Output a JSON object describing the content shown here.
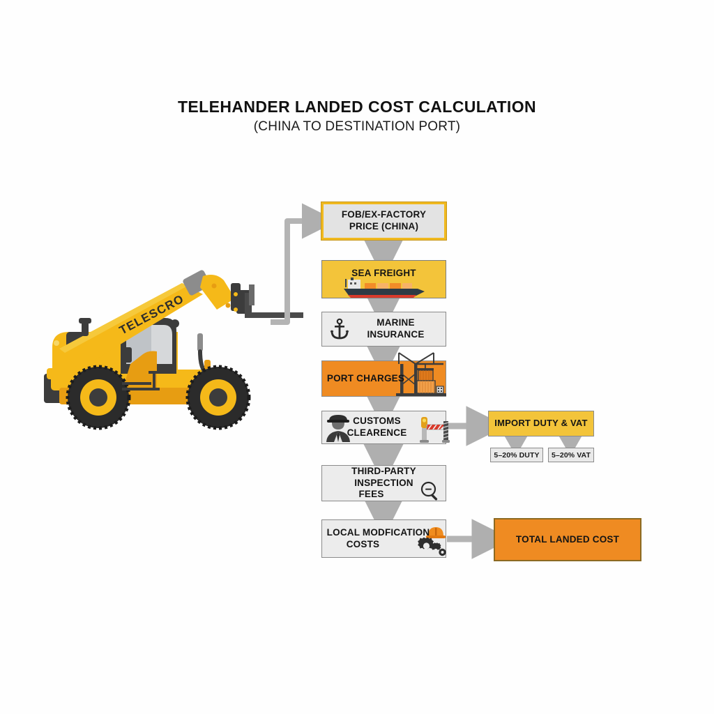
{
  "title": {
    "main": "TELEHANDER LANDED COST CALCULATION",
    "sub": "(CHINA TO DESTINATION PORT)"
  },
  "machine": {
    "name": "telehandler-illustration",
    "brand_text": "TELESCRO",
    "body_color": "#F5B919",
    "body_color_dark": "#E79D12",
    "detail_color": "#3C3C3C"
  },
  "flow": {
    "steps": [
      {
        "id": "fob",
        "label": "FOB/EX-FACTORY PRICE (CHINA)",
        "line1": "FOB/EX-FACTORY",
        "line2": "PRICE (CHINA)",
        "fill": "#E3E3E3",
        "border": "#F0B91F",
        "icon": "none"
      },
      {
        "id": "sea",
        "label": "SEA FREIGHT",
        "line1": "SEA FREIGHT",
        "line2": "",
        "fill": "#F3C43A",
        "border": "#7D7D7D",
        "icon": "cargo-ship-icon"
      },
      {
        "id": "marine",
        "label": "MARINE INSURANCE",
        "line1": "MARINE",
        "line2": "INSURANCE",
        "fill": "#ECECEC",
        "border": "#8A8A8A",
        "icon": "anchor-icon"
      },
      {
        "id": "port",
        "label": "PORT CHARGES",
        "line1": "PORT CHARGES",
        "line2": "",
        "fill": "#EF8B22",
        "border": "#8A8A8A",
        "icon": "gantry-crane-icon"
      },
      {
        "id": "customs",
        "label": "CUSTOMS CLEARENCE",
        "line1": "CUSTOMS",
        "line2": "CLEARENCE",
        "fill": "#ECECEC",
        "border": "#8A8A8A",
        "icon": "customs-officer-icon"
      },
      {
        "id": "inspection",
        "label": "THIRD-PARTY INSPECTION FEES",
        "line1": "THIRD-PARTY INSPECTION",
        "line2": "FEES",
        "fill": "#ECECEC",
        "border": "#8A8A8A",
        "icon": "magnifier-icon"
      },
      {
        "id": "local",
        "label": "LOCAL MODFICATION COSTS",
        "line1": "LOCAL MODFICATION",
        "line2": "COSTS",
        "fill": "#ECECEC",
        "border": "#8A8A8A",
        "icon": "hardhat-gears-icon"
      }
    ],
    "branch": {
      "duty_vat": "IMPORT DUTY & VAT",
      "duty_rate": "5–20% DUTY",
      "vat_rate": "5–20% VAT"
    },
    "result": "TOTAL LANDED COST",
    "arrow_color": "#AFAFAF"
  },
  "colors": {
    "gold": "#F3C43A",
    "gold_border": "#F0B91F",
    "orange": "#EF8B22",
    "orange_border": "#8C6A22",
    "grey_fill": "#ECECEC",
    "grey_border": "#8A8A8A",
    "background": "#FFFFFF",
    "text": "#141414"
  }
}
